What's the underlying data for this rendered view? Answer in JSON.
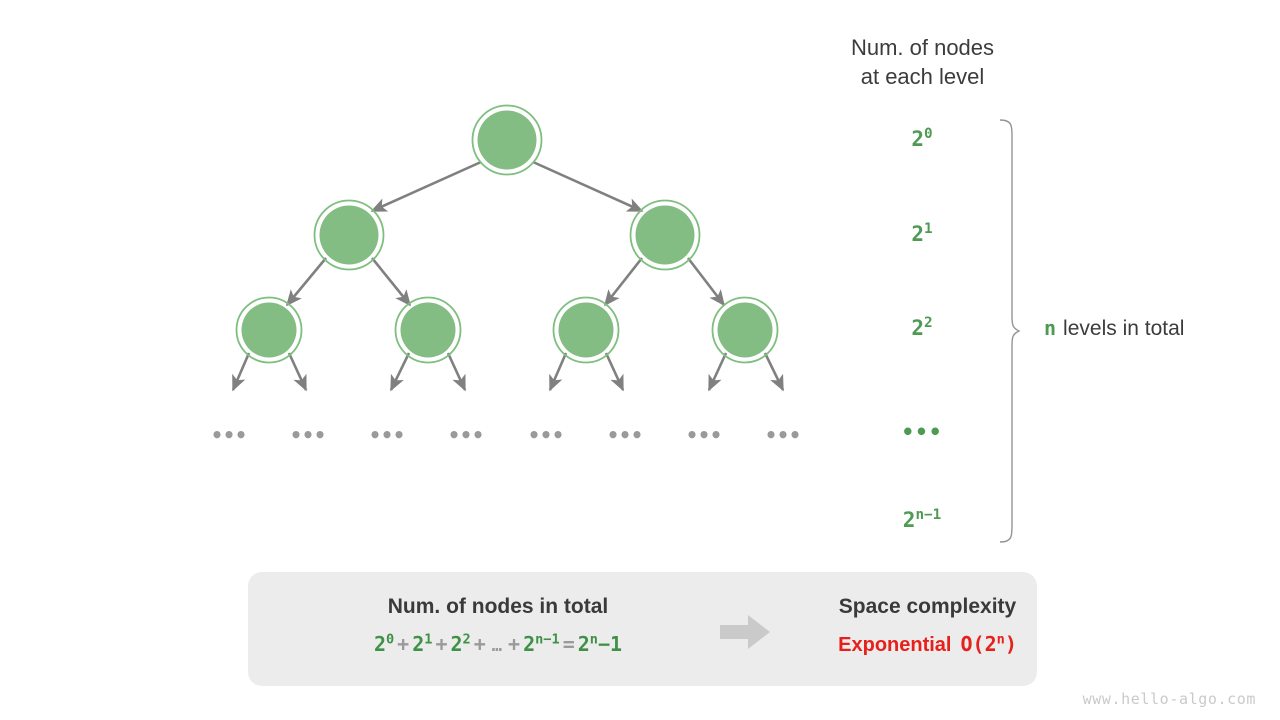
{
  "diagram": {
    "side_title": "Num. of nodes\nat each level",
    "level_labels": [
      {
        "base": "2",
        "exp": "0",
        "name": "level-0"
      },
      {
        "base": "2",
        "exp": "1",
        "name": "level-1"
      },
      {
        "base": "2",
        "exp": "2",
        "name": "level-2"
      },
      {
        "base": "•••",
        "exp": "",
        "name": "level-ellipsis"
      },
      {
        "base": "2",
        "exp": "n−1",
        "name": "level-n-1"
      }
    ],
    "brace_note": {
      "variable": "n",
      "text": "levels in total"
    },
    "tree": {
      "node_fill": "#83bd83",
      "node_ring": "#7ebe7e",
      "edge_color": "#808080",
      "leaf_ellipsis": "•••",
      "leaf_count": 8
    }
  },
  "summary": {
    "nodes": {
      "heading": "Num. of nodes in total",
      "terms": [
        {
          "kind": "pow",
          "base": "2",
          "exp": "0"
        },
        {
          "kind": "op",
          "text": "+"
        },
        {
          "kind": "pow",
          "base": "2",
          "exp": "1"
        },
        {
          "kind": "op",
          "text": "+"
        },
        {
          "kind": "pow",
          "base": "2",
          "exp": "2"
        },
        {
          "kind": "op",
          "text": "+"
        },
        {
          "kind": "ellipsis",
          "text": "…"
        },
        {
          "kind": "op",
          "text": "+"
        },
        {
          "kind": "pow",
          "base": "2",
          "exp": "n−1"
        },
        {
          "kind": "op",
          "text": "="
        },
        {
          "kind": "pow",
          "base": "2",
          "exp": "n",
          "suffix": "−1"
        }
      ]
    },
    "complexity": {
      "heading": "Space complexity",
      "word": "Exponential",
      "notation_prefix": "O(2",
      "notation_exp": "n",
      "notation_suffix": ")"
    },
    "arrow_color": "#cacaca",
    "panel_bg": "#ececec"
  },
  "watermark": "www.hello-algo.com",
  "colors": {
    "green": "#4e9a53",
    "green_bright": "#3f9148",
    "red": "#e8201c",
    "gray_text": "#3c3c3c",
    "gray_op": "#9a9a9a"
  }
}
